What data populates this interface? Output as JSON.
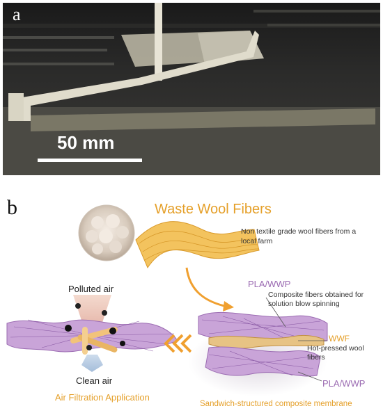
{
  "panel_a": {
    "label": "a",
    "scale_bar_text": "50 mm"
  },
  "panel_b": {
    "label": "b",
    "waste_wool_title": "Waste Wool Fibers",
    "waste_wool_note": "Non textile grade wool fibers from a local farm",
    "polluted_air": "Polluted air",
    "clean_air": "Clean air",
    "air_filtration": "Air Filtration Application",
    "pla_wwp_top": "PLA/WWP",
    "pla_wwp_top_note": "Composite fibers obtained for solution blow spinning",
    "wwf": "WWF",
    "wwf_note": "Hot-pressed wool fibers",
    "pla_wwp_bottom": "PLA/WWP",
    "sandwich_caption": "Sandwich-structured composite membrane"
  },
  "colors": {
    "orange_accent": "#e5a02a",
    "purple_accent": "#9b6bb2",
    "wool_yellow": "#f0b84a",
    "membrane_purple": "#b48ac9"
  }
}
